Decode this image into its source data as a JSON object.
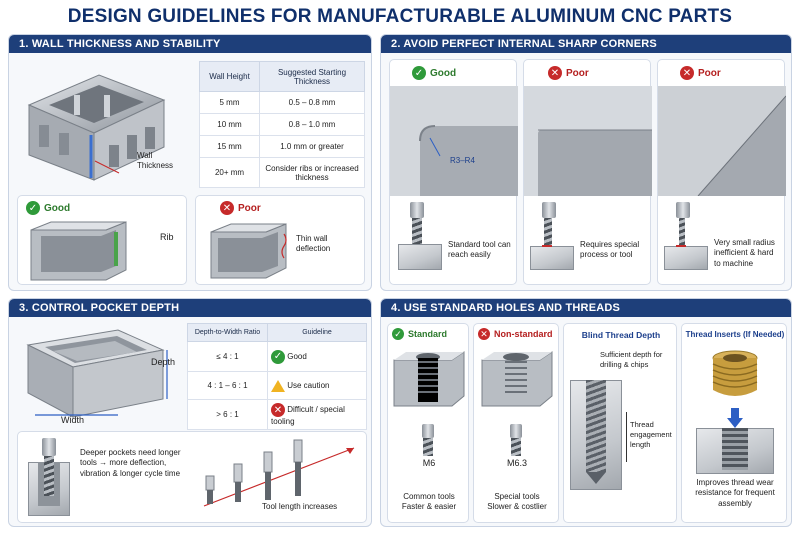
{
  "title": "DESIGN GUIDELINES FOR MANUFACTURABLE ALUMINUM CNC PARTS",
  "s1": {
    "header": "1. WALL THICKNESS AND STABILITY",
    "wall_label": "Wall\nThickness",
    "table_headers": [
      "Wall Height",
      "Suggested Starting Thickness"
    ],
    "rows": [
      [
        "5 mm",
        "0.5 – 0.8 mm"
      ],
      [
        "10 mm",
        "0.8 – 1.0 mm"
      ],
      [
        "15 mm",
        "1.0 mm or greater"
      ],
      [
        "20+ mm",
        "Consider ribs or increased thickness"
      ]
    ],
    "good": "Good",
    "rib": "Rib",
    "poor": "Poor",
    "thin_wall": "Thin wall deflection"
  },
  "s2": {
    "header": "2. AVOID PERFECT INTERNAL SHARP CORNERS",
    "good": "Good",
    "poor1": "Poor",
    "poor2": "Poor",
    "radius": "R3–R4",
    "cap1": "Standard tool can reach easily",
    "cap2": "Requires special process or tool",
    "cap3": "Very small radius inefficient & hard to machine"
  },
  "s3": {
    "header": "3. CONTROL POCKET DEPTH",
    "depth": "Depth",
    "width": "Width",
    "table_headers": [
      "Depth-to-Width Ratio",
      "Guideline"
    ],
    "rows": [
      {
        "ratio": "≤ 4 : 1",
        "guide": "Good",
        "icon": "check-icon"
      },
      {
        "ratio": "4 : 1 – 6 : 1",
        "guide": "Use caution",
        "icon": "warning-icon"
      },
      {
        "ratio": "> 6 : 1",
        "guide": "Difficult / special tooling",
        "icon": "x-icon"
      }
    ],
    "deeper": "Deeper pockets need longer tools → more deflection, vibration & longer cycle time",
    "tool_len": "Tool length increases"
  },
  "s4": {
    "header": "4. USE STANDARD HOLES AND THREADS",
    "standard": "Standard",
    "nonstandard": "Non-standard",
    "blind": "Blind Thread Depth",
    "inserts": "Thread Inserts (If Needed)",
    "m6": "M6",
    "m63": "M6.3",
    "common": "Common tools\nFaster & easier",
    "special": "Special tools\nSlower & costlier",
    "sufficient": "Sufficient depth for drilling & chips",
    "engagement": "Thread engagement length",
    "improves": "Improves thread wear resistance for frequent assembly"
  },
  "colors": {
    "header": "#1e3f7a",
    "title": "#0f2f6b",
    "good": "#2f9a3a",
    "poor": "#c62a2a",
    "warn": "#f0b322"
  }
}
